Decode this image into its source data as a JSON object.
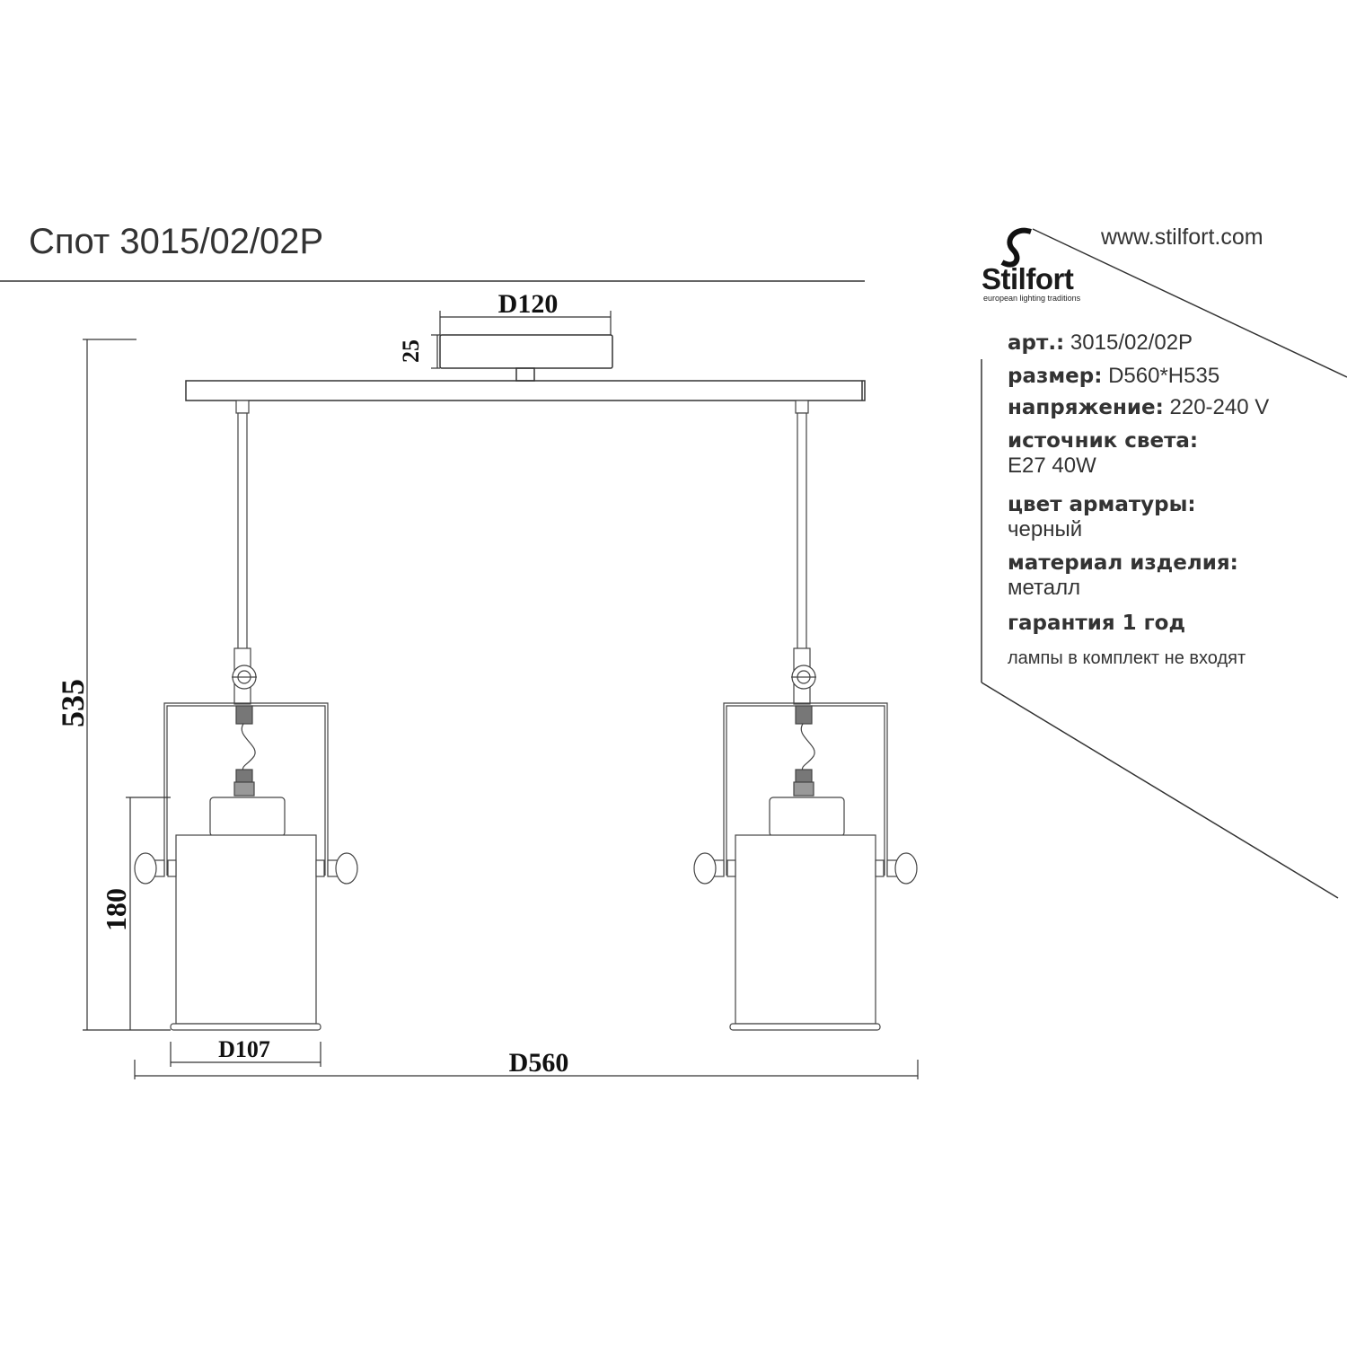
{
  "header": {
    "title": "Спот 3015/02/02P"
  },
  "brand": {
    "name": "Stilfort",
    "tagline": "european lighting traditions",
    "url": "www.stilfort.com"
  },
  "specs": [
    {
      "label": "арт.:",
      "value": "3015/02/02P"
    },
    {
      "label": "размер:",
      "value": "D560*H535"
    },
    {
      "label": "напряжение:",
      "value": "220-240 V"
    },
    {
      "label": "источник света:",
      "value": "E27 40W"
    },
    {
      "label": "цвет арматуры:",
      "value": "черный"
    },
    {
      "label": "материал изделия:",
      "value": "металл"
    },
    {
      "label": "гарантия 1 год",
      "value": ""
    }
  ],
  "note": "лампы в  комплект не входят",
  "dimensions": {
    "canopy_d": "D120",
    "canopy_h": "25",
    "height": "535",
    "shade_h": "180",
    "shade_d": "D107",
    "width": "D560"
  }
}
